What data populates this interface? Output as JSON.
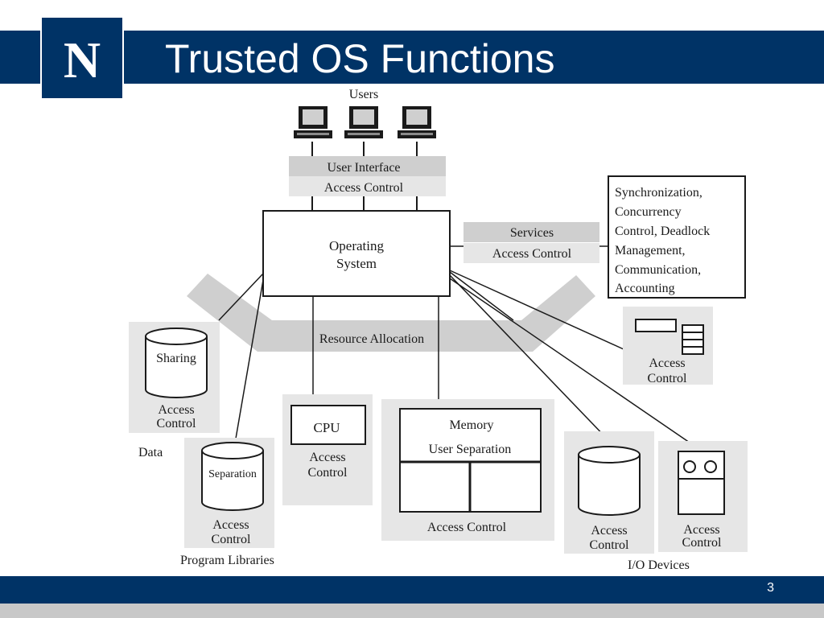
{
  "slide": {
    "title": "Trusted OS Functions",
    "page_number": "3",
    "logo_letter": "N"
  },
  "colors": {
    "navy": "#003366",
    "panel_gray": "#e6e6e6",
    "band_gray": "#cfcfcf",
    "line": "#1a1a1a"
  },
  "diagram": {
    "users_label": "Users",
    "user_interface": "User Interface",
    "ui_access_control": "Access Control",
    "os_line1": "Operating",
    "os_line2": "System",
    "services": "Services",
    "services_access_control": "Access Control",
    "sync_lines": [
      "Synchronization,",
      "Concurrency",
      "Control, Deadlock",
      "Management,",
      "Communication,",
      "Accounting"
    ],
    "resource_allocation": "Resource Allocation",
    "sharing": "Sharing",
    "sharing_ac_line1": "Access",
    "sharing_ac_line2": "Control",
    "data_label": "Data",
    "separation": "Separation",
    "sep_ac_line1": "Access",
    "sep_ac_line2": "Control",
    "program_libraries": "Program Libraries",
    "cpu": "CPU",
    "cpu_ac_line1": "Access",
    "cpu_ac_line2": "Control",
    "memory": "Memory",
    "user_separation": "User Separation",
    "memory_access_control": "Access Control",
    "device_top_ac_line1": "Access",
    "device_top_ac_line2": "Control",
    "disk_ac_line1": "Access",
    "disk_ac_line2": "Control",
    "tape_ac_line1": "Access",
    "tape_ac_line2": "Control",
    "io_devices": "I/O Devices"
  }
}
